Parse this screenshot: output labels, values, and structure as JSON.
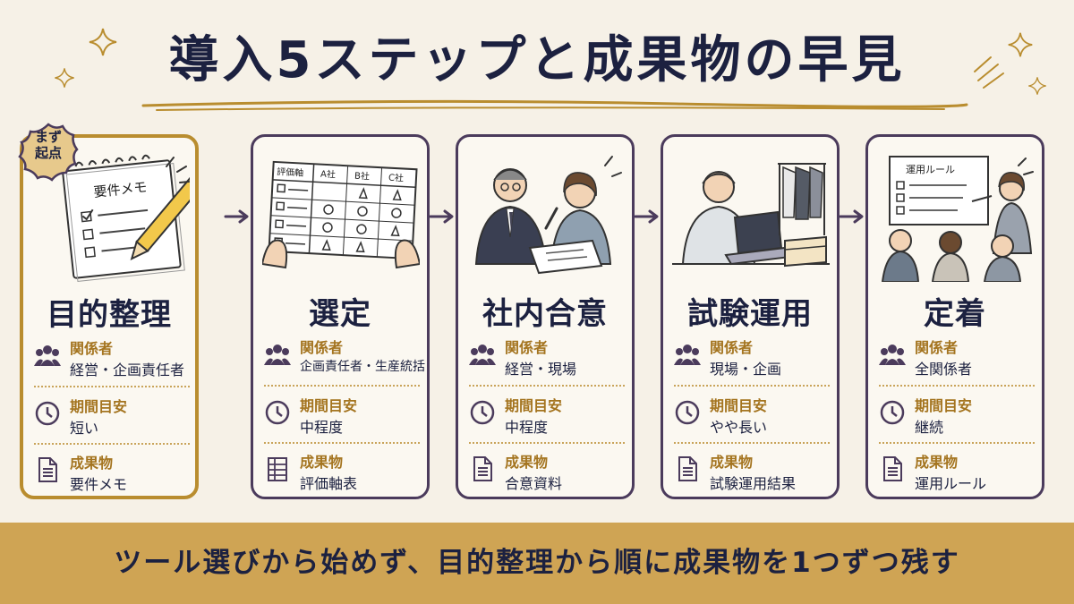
{
  "title": "導入5ステップと成果物の早見",
  "badge": {
    "line1": "まず",
    "line2": "起点"
  },
  "labels": {
    "stakeholders": "関係者",
    "period": "期間目安",
    "deliverable": "成果物"
  },
  "steps": [
    {
      "title": "目的整理",
      "stakeholders": "経営・企画責任者",
      "period": "短い",
      "deliverable": "要件メモ",
      "illustration_text": "要件メモ"
    },
    {
      "title": "選定",
      "stakeholders": "企画責任者・生産統括",
      "period": "中程度",
      "deliverable": "評価軸表",
      "table": {
        "headers": [
          "評価軸",
          "A社",
          "B社",
          "C社"
        ]
      }
    },
    {
      "title": "社内合意",
      "stakeholders": "経営・現場",
      "period": "中程度",
      "deliverable": "合意資料"
    },
    {
      "title": "試験運用",
      "stakeholders": "現場・企画",
      "period": "やや長い",
      "deliverable": "試験運用結果"
    },
    {
      "title": "定着",
      "stakeholders": "全関係者",
      "period": "継続",
      "deliverable": "運用ルール",
      "illustration_text": "運用ルール"
    }
  ],
  "footer": "ツール選びから始めず、目的整理から順に成果物を1つずつ残す",
  "colors": {
    "accent": "#b98d2f",
    "border": "#4b3b5c",
    "navy": "#1c2140",
    "footer_bg": "#cfa454",
    "background": "#f6f1e7"
  }
}
